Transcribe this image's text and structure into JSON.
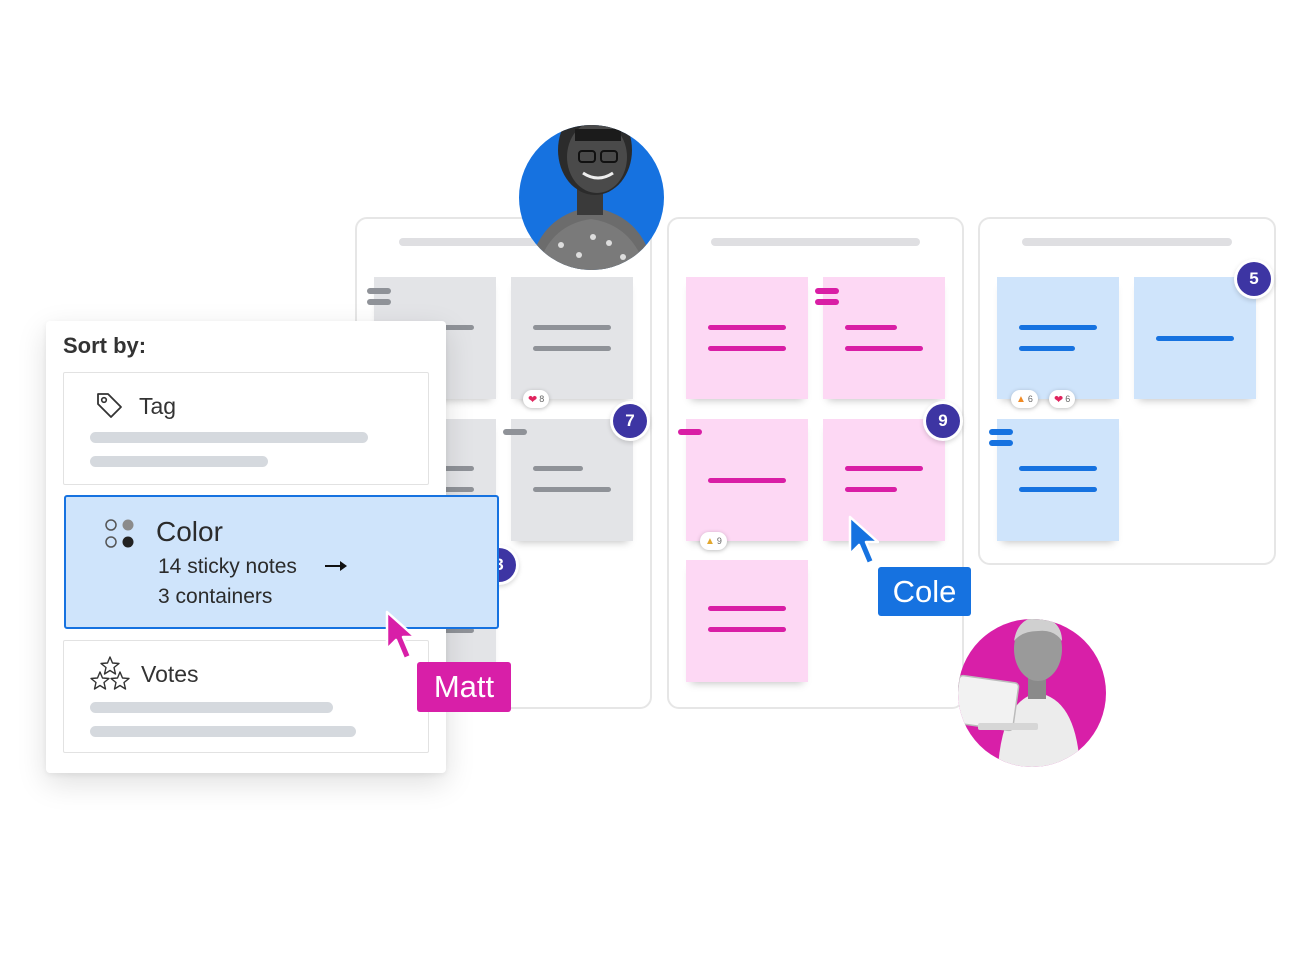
{
  "sort_panel": {
    "title": "Sort by:",
    "options": [
      {
        "label": "Tag",
        "icon": "tag-icon"
      },
      {
        "label": "Color",
        "icon": "color-dots-icon",
        "detail_1": "14 sticky notes",
        "detail_2": "3 containers",
        "selected": true
      },
      {
        "label": "Votes",
        "icon": "stars-icon"
      }
    ]
  },
  "cursors": [
    {
      "name": "Matt",
      "color": "#d81fa8"
    },
    {
      "name": "Cole",
      "color": "#1672e0"
    }
  ],
  "badges": {
    "gray_container": "7",
    "gray_container_hidden": "3",
    "pink_container": "9",
    "blue_container": "5"
  },
  "reactions": {
    "gray_heart": "8",
    "pink_thumbs": "9",
    "blue_fire": "6",
    "blue_heart": "6"
  },
  "colors": {
    "gray_note": "#e3e4e7",
    "pink_note": "#fdd8f4",
    "blue_note": "#cfe4fb",
    "accent_pink": "#d91ea5",
    "accent_blue": "#1672e0",
    "badge": "#3d35a3"
  }
}
